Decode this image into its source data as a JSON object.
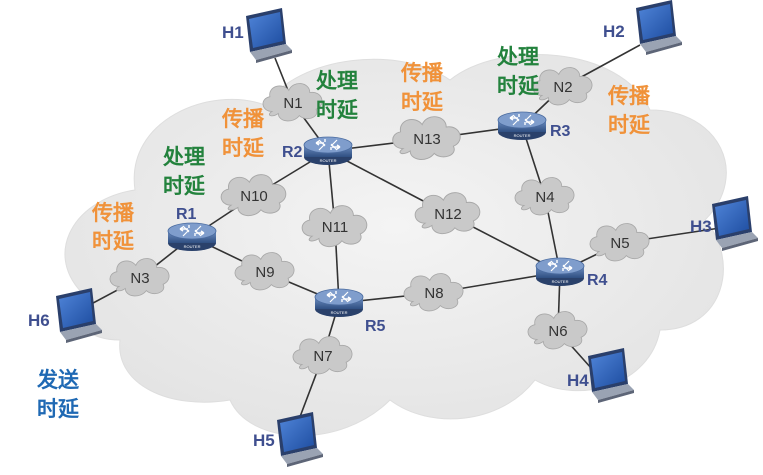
{
  "hosts": {
    "H1": "H1",
    "H2": "H2",
    "H3": "H3",
    "H4": "H4",
    "H5": "H5",
    "H6": "H6"
  },
  "routers": {
    "R1": "R1",
    "R2": "R2",
    "R3": "R3",
    "R4": "R4",
    "R5": "R5"
  },
  "router_badge": "ROUTER",
  "networks": {
    "N1": "N1",
    "N2": "N2",
    "N3": "N3",
    "N4": "N4",
    "N5": "N5",
    "N6": "N6",
    "N7": "N7",
    "N8": "N8",
    "N9": "N9",
    "N10": "N10",
    "N11": "N11",
    "N12": "N12",
    "N13": "N13"
  },
  "annotations": {
    "prop_left": [
      "传播",
      "时延"
    ],
    "proc_r1": [
      "处理",
      "时延"
    ],
    "prop_r2": [
      "传播",
      "时延"
    ],
    "proc_r2": [
      "处理",
      "时延"
    ],
    "prop_n13": [
      "传播",
      "时延"
    ],
    "proc_r3": [
      "处理",
      "时延"
    ],
    "prop_right": [
      "传播",
      "时延"
    ],
    "send_h6": [
      "发送",
      "时延"
    ]
  },
  "colors": {
    "orange": "#f0923a",
    "green": "#23823d",
    "blue": "#1f69b4",
    "cloud_bg": "#ececec",
    "router_body": "#3a5a8c"
  },
  "icons": {
    "host": "laptop-icon",
    "router": "router-icon",
    "network": "cloud-icon"
  }
}
